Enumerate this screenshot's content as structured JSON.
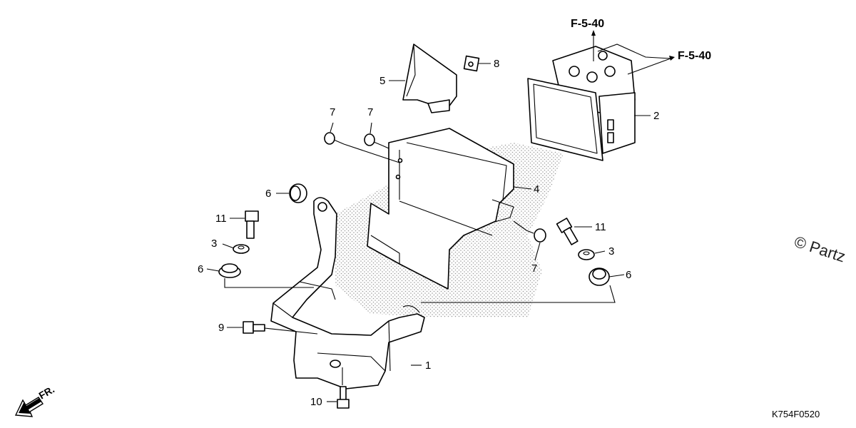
{
  "diagram": {
    "drawing_code": "K754F0520",
    "watermark": "© Partz",
    "direction": "FR.",
    "references": {
      "top": "F-5-40",
      "right": "F-5-40"
    },
    "callouts": {
      "p1": "1",
      "p2": "2",
      "p3a": "3",
      "p3b": "3",
      "p4": "4",
      "p5": "5",
      "p6a": "6",
      "p6b": "6",
      "p6c": "6",
      "p7a": "7",
      "p7b": "7",
      "p7c": "7",
      "p8": "8",
      "p9": "9",
      "p10": "10",
      "p11a": "11",
      "p11b": "11"
    }
  }
}
